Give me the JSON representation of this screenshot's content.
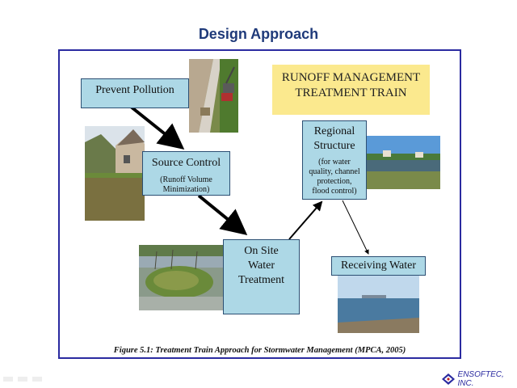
{
  "slide": {
    "title": "Design Approach"
  },
  "figure": {
    "heading_line1": "RUNOFF MANAGEMENT",
    "heading_line2": "TREATMENT TRAIN",
    "caption": "Figure 5.1: Treatment Train Approach for Stormwater Management (MPCA, 2005)",
    "nodes": {
      "prevent_pollution": {
        "label": "Prevent Pollution"
      },
      "source_control": {
        "label": "Source Control",
        "sub_line1": "(Runoff Volume",
        "sub_line2": "Minimization)"
      },
      "on_site": {
        "line1": "On Site",
        "line2": "Water",
        "line3": "Treatment"
      },
      "regional": {
        "line1": "Regional",
        "line2": "Structure",
        "sub_line1": "(for water",
        "sub_line2": "quality, channel",
        "sub_line3": "protection,",
        "sub_line4": "flood control)"
      },
      "receiving_water": {
        "label": "Receiving Water"
      }
    },
    "photos": [
      "curb-and-lawnmower-photo",
      "house-lawn-photo",
      "wetland-pond-photo",
      "regional-pond-photo",
      "lake-shore-photo"
    ]
  },
  "footer": {
    "logo_text": "ENSOFTEC, INC.",
    "logo_color": "#2a2aa0"
  },
  "colors": {
    "box_fill": "#add8e6",
    "heading_fill": "#fbe98e",
    "frame": "#2a2aa0",
    "title": "#1f3a7a"
  }
}
